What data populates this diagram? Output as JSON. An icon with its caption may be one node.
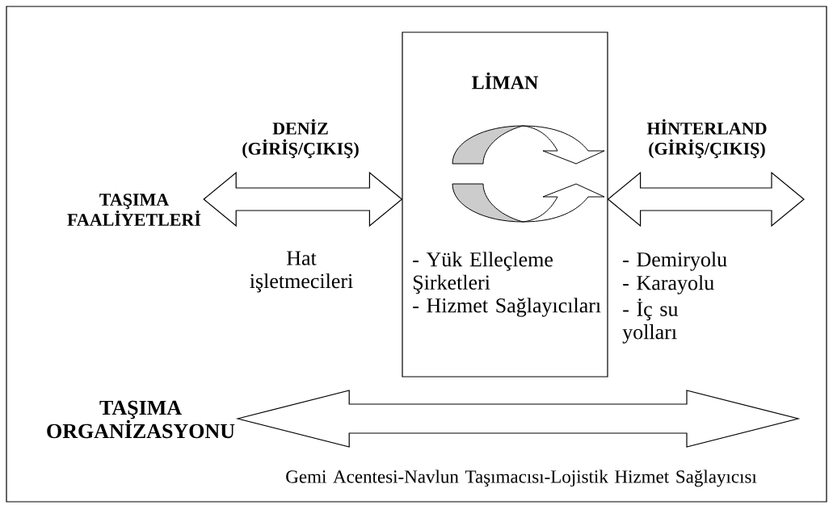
{
  "diagram": {
    "nodes": [
      {
        "text": [
          "LİMAN",
          "- Yük Elleçleme Şirketleri",
          "- Hizmet Sağlayıcıları"
        ]
      },
      {
        "text": [
          "TAŞIMA FAALİYETLERİ"
        ]
      },
      {
        "text": [
          "TAŞIMA ORGANİZASYONU"
        ]
      }
    ],
    "edges": [
      {
        "from": 1,
        "to": 0,
        "arrow": "both"
      },
      {
        "from": 0,
        "to": null,
        "arrow": "both"
      },
      {
        "from": 2,
        "to": null,
        "arrow": "both"
      }
    ],
    "labels": [
      "DENİZ (GİRİŞ/ÇIKIŞ)",
      "HİNTERLAND (GİRİŞ/ÇIKIŞ)",
      "Hat işletmecileri",
      "- Demiryolu",
      "- Karayolu",
      "- İç su yolları",
      "Gemi Acentesi-Navlun Taşımacısı-Lojistik Hizmet Sağlayıcısı"
    ]
  }
}
